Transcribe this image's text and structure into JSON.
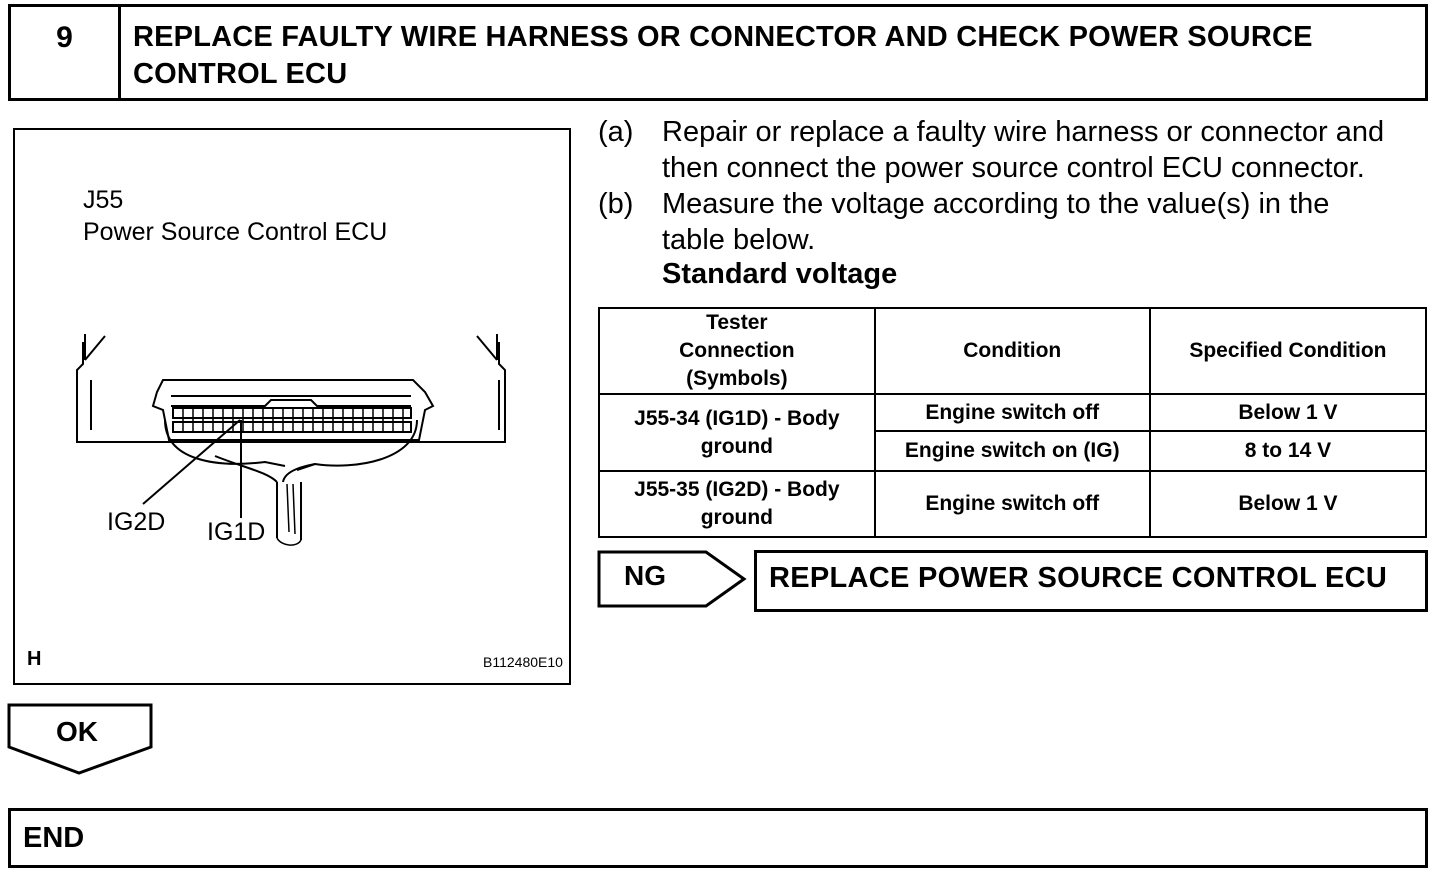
{
  "step": {
    "number": "9",
    "title_line1": "REPLACE FAULTY WIRE HARNESS OR CONNECTOR AND CHECK POWER SOURCE",
    "title_line2": "CONTROL ECU"
  },
  "illustration": {
    "connector_id": "J55",
    "component": "Power Source Control ECU",
    "pin_labels": [
      "IG2D",
      "IG1D"
    ],
    "corner_letter": "H",
    "figure_code": "B112480E10"
  },
  "instructions": [
    {
      "label": "(a)",
      "line1": "Repair or replace a faulty wire harness or connector and",
      "line2": "then connect the power source control ECU connector."
    },
    {
      "label": "(b)",
      "line1": "Measure the voltage according to the value(s) in the",
      "line2": "table below."
    }
  ],
  "standard_heading": "Standard voltage",
  "table": {
    "headers": [
      "Tester Connection (Symbols)",
      "Condition",
      "Specified Condition"
    ],
    "rows": [
      {
        "connection": "J55-34 (IG1D) - Body ground",
        "conditions": [
          {
            "condition": "Engine switch off",
            "specified": "Below 1 V"
          },
          {
            "condition": "Engine switch on (IG)",
            "specified": "8 to 14 V"
          }
        ]
      },
      {
        "connection": "J55-35 (IG2D) - Body ground",
        "conditions": [
          {
            "condition": "Engine switch off",
            "specified": "Below 1 V"
          }
        ]
      }
    ]
  },
  "ng": {
    "label": "NG",
    "action": "REPLACE POWER SOURCE CONTROL ECU"
  },
  "ok": {
    "label": "OK"
  },
  "end": {
    "label": "END"
  }
}
